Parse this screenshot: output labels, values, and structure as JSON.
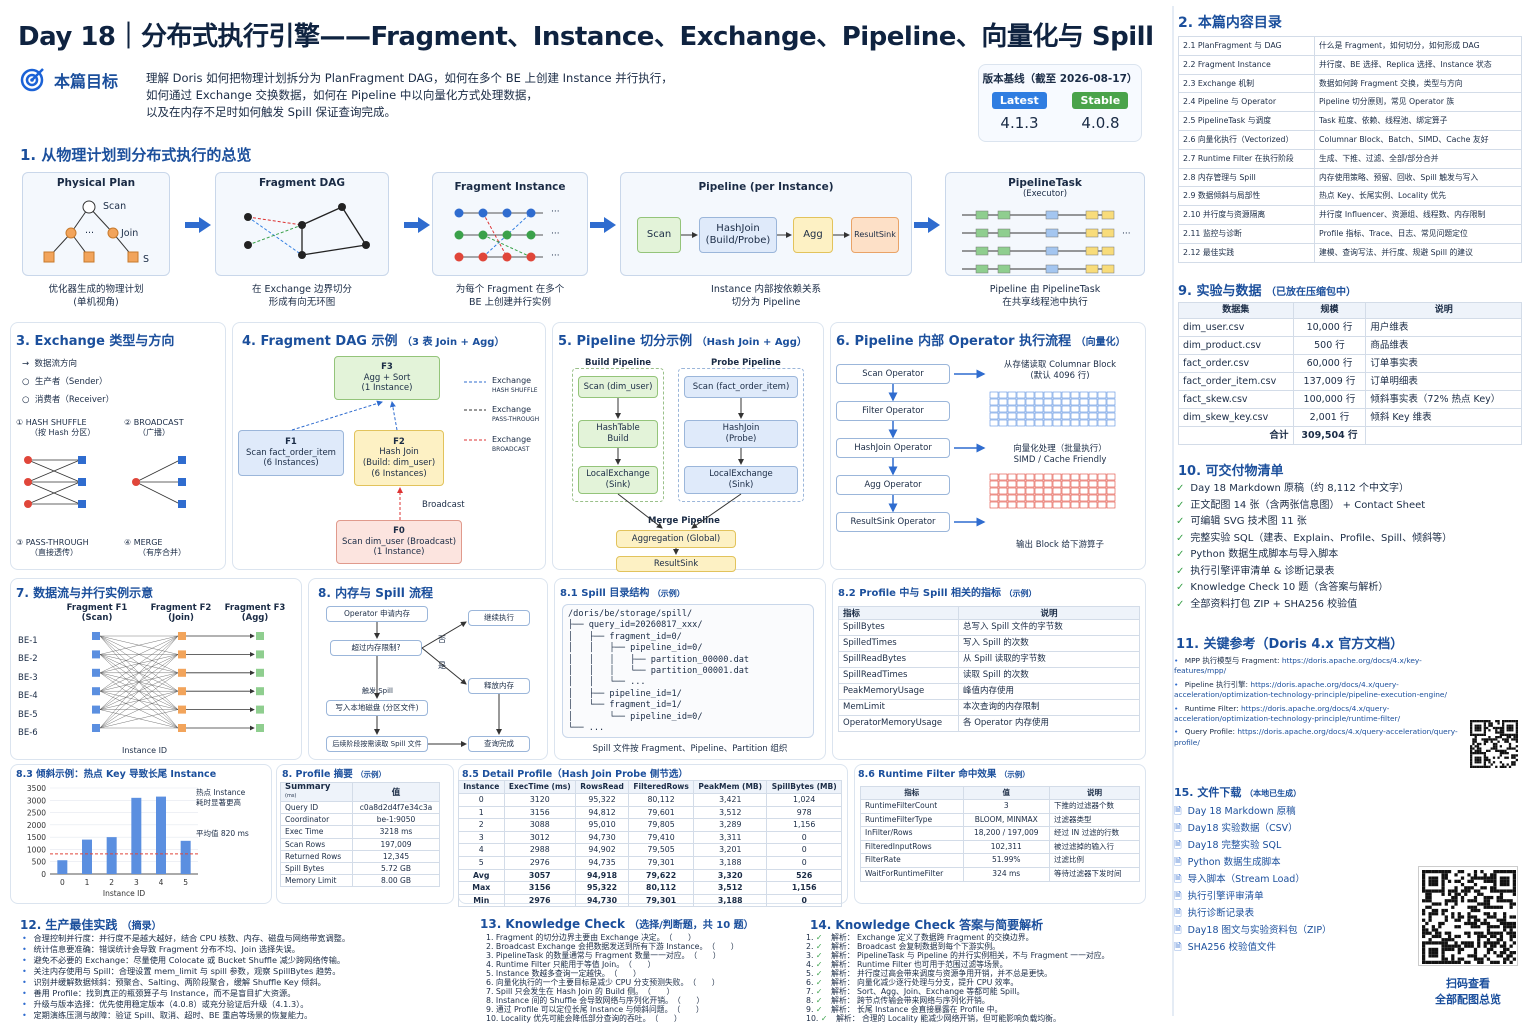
{
  "title": "Day 18｜分布式执行引擎——Fragment、Instance、Exchange、Pipeline、向量化与 Spill",
  "goal": {
    "label": "本篇目标",
    "line1": "理解 Doris 如何把物理计划拆分为 PlanFragment DAG，如何在多个 BE 上创建 Instance 并行执行，",
    "line2": "如何通过 Exchange 交换数据，如何在 Pipeline 中以向量化方式处理数据，",
    "line3": "以及在内存不足时如何触发 Spill 保证查询完成。"
  },
  "version": {
    "title": "版本基线（截至 2026-08-17）",
    "latest_label": "Latest",
    "stable_label": "Stable",
    "latest": "4.1.3",
    "stable": "4.0.8"
  },
  "s1": {
    "title": "1. 从物理计划到分布式执行的总览",
    "b1": {
      "title": "Physical Plan",
      "scan": "Scan",
      "join": "Join",
      "dots": "···",
      "s": "S",
      "cap1": "优化器生成的物理计划",
      "cap2": "(单机视角)"
    },
    "b2": {
      "title": "Fragment DAG",
      "cap1": "在 Exchange 边界切分",
      "cap2": "形成有向无环图"
    },
    "b3": {
      "title": "Fragment Instance",
      "dots": "···",
      "cap1": "为每个 Fragment 在多个",
      "cap2": "BE 上创建并行实例"
    },
    "b4": {
      "title": "Pipeline (per Instance)",
      "scan": "Scan",
      "hj1": "HashJoin",
      "hj2": "(Build/Probe)",
      "agg": "Agg",
      "rs": "ResultSink",
      "cap1": "Instance 内部按依赖关系",
      "cap2": "切分为 Pipeline"
    },
    "b5": {
      "title": "PipelineTask",
      "sub": "(Executor)",
      "dots": "···",
      "cap1": "Pipeline 由 PipelineTask",
      "cap2": "在共享线程池中执行"
    }
  },
  "s3": {
    "title": "3. Exchange 类型与方向",
    "legend1": "数据流方向",
    "legend2": "生产者（Sender）",
    "legend3": "消费者（Receiver）",
    "t1": "① HASH SHUFFLE",
    "t1b": "（按 Hash 分区）",
    "t2": "② BROADCAST",
    "t2b": "（广播）",
    "t3": "③ PASS-THROUGH",
    "t3b": "（直接透传）",
    "t4": "④ MERGE",
    "t4b": "（有序合并）"
  },
  "s4": {
    "title": "4. Fragment DAG 示例",
    "title_sm": "（3 表 Join + Agg）",
    "f3a": "F3",
    "f3b": "Agg + Sort",
    "f3c": "(1 Instance)",
    "f1a": "F1",
    "f1b": "Scan fact_order_item",
    "f1c": "(6 Instances)",
    "f2a": "F2",
    "f2b": "Hash Join",
    "f2c": "(Build: dim_user)",
    "f2d": "(6 Instances)",
    "f0a": "F0",
    "f0b": "Scan dim_user (Broadcast)",
    "f0c": "(1 Instance)",
    "bc": "Broadcast",
    "lg1": "Exchange",
    "lg1b": "HASH SHUFFLE",
    "lg2": "Exchange",
    "lg2b": "PASS-THROUGH",
    "lg3": "Exchange",
    "lg3b": "BROADCAST"
  },
  "s5": {
    "title": "5. Pipeline 切分示例",
    "title_sm": "（Hash Join + Agg）",
    "build": "Build Pipeline",
    "probe": "Probe Pipeline",
    "scan1": "Scan (dim_user)",
    "scan2": "Scan (fact_order_item)",
    "ht1": "HashTable",
    "ht2": "Build",
    "hj1": "HashJoin",
    "hj2": "(Probe)",
    "le1": "LocalExchange",
    "le2": "(Sink)",
    "le3": "LocalExchange",
    "le4": "(Sink)",
    "merge": "Merge Pipeline",
    "agg": "Aggregation (Global)",
    "rs": "ResultSink"
  },
  "s6": {
    "title": "6. Pipeline 内部 Operator 执行流程",
    "title_sm": "（向量化）",
    "op1": "Scan Operator",
    "op2": "Filter Operator",
    "op3": "HashJoin Operator",
    "op4": "Agg Operator",
    "op5": "ResultSink Operator",
    "n1": "从存储读取 Columnar Block",
    "n1b": "(默认 4096 行)",
    "n2": "向量化处理（批量执行）",
    "n2b": "SIMD / Cache Friendly",
    "n3": "输出 Block 给下游算子"
  },
  "s7": {
    "title": "7. 数据流与并行实例示意",
    "f1": "Fragment F1",
    "f1b": "(Scan)",
    "f2": "Fragment F2",
    "f2b": "(Join)",
    "f3": "Fragment F3",
    "f3b": "(Agg)",
    "be": [
      "BE-1",
      "BE-2",
      "BE-3",
      "BE-4",
      "BE-5",
      "BE-6"
    ],
    "inst": "Instance ID"
  },
  "s8": {
    "title": "8. 内存与 Spill 流程",
    "a": "Operator 申请内存",
    "b": "继续执行",
    "c": "超过内存限制?",
    "no": "否",
    "yes": "是",
    "d": "释放内存",
    "e": "触发 Spill",
    "f": "写入本地磁盘 (分区文件)",
    "g": "后续阶段按需读取 Spill 文件",
    "h": "查询完成"
  },
  "s81": {
    "title": "8.1 Spill 目录结构",
    "title_sm": "（示例）",
    "lines": [
      "/doris/be/storage/spill/",
      "├── query_id=20260817_xxx/",
      "│   ├── fragment_id=0/",
      "│   │   ├── pipeline_id=0/",
      "│   │   │   ├── partition_00000.dat",
      "│   │   │   └── partition_00001.dat",
      "│   │   └── ...",
      "│   ├── pipeline_id=1/",
      "│   └── fragment_id=1/",
      "│       └── pipeline_id=0/",
      "└── ..."
    ],
    "cap": "Spill 文件按 Fragment、Pipeline、Partition 组织"
  },
  "s82": {
    "title": "8.2 Profile 中与 Spill 相关的指标",
    "title_sm": "（示例）",
    "h1": "指标",
    "h2": "说明",
    "rows": [
      [
        "SpillBytes",
        "总写入 Spill 文件的字节数"
      ],
      [
        "SpilledTimes",
        "写入 Spill 的次数"
      ],
      [
        "SpillReadBytes",
        "从 Spill 读取的字节数"
      ],
      [
        "SpillReadTimes",
        "读取 Spill 的次数"
      ],
      [
        "PeakMemoryUsage",
        "峰值内存使用"
      ],
      [
        "MemLimit",
        "本次查询的内存限制"
      ],
      [
        "OperatorMemoryUsage",
        "各 Operator 内存使用"
      ]
    ]
  },
  "s83": {
    "title": "8.3 倾斜示例：热点 Key 导致长尾 Instance",
    "note1": "热点 Instance",
    "note2": "耗时显著更高",
    "avg": "平均值 820 ms",
    "xlabel": "Instance ID"
  },
  "chart_data": {
    "type": "bar",
    "categories": [
      "0",
      "1",
      "2",
      "3",
      "4",
      "5"
    ],
    "values": [
      560,
      1400,
      1500,
      3100,
      3150,
      1350
    ],
    "xlabel": "Instance ID",
    "ylim": [
      0,
      3500
    ],
    "yticks": [
      0,
      500,
      1000,
      1500,
      2000,
      2500,
      3000,
      3500
    ],
    "reference_line": 820,
    "reference_label": "平均值 820 ms",
    "grid": true,
    "color": "#5b8fe0"
  },
  "s8p": {
    "title": "8. Profile 摘要",
    "title_sm": "（示例）",
    "h1": "Summary",
    "h1b": "(ms)",
    "h2": "值",
    "rows": [
      [
        "Query ID",
        "c0a8d2d4f7e34c3a"
      ],
      [
        "Coordinator",
        "be-1:9050"
      ],
      [
        "Exec Time",
        "3218 ms"
      ],
      [
        "Scan Rows",
        "197,009"
      ],
      [
        "Returned Rows",
        "12,345"
      ],
      [
        "Spill Bytes",
        "5.72 GB"
      ],
      [
        "Memory Limit",
        "8.00 GB"
      ]
    ]
  },
  "s85": {
    "title": "8.5 Detail Profile（Hash Join Probe 侧节选）",
    "heads": [
      "Instance",
      "ExecTime (ms)",
      "RowsRead",
      "FilteredRows",
      "PeakMem (MB)",
      "SpillBytes (MB)"
    ],
    "rows": [
      [
        "0",
        "3120",
        "95,322",
        "80,112",
        "3,421",
        "1,024"
      ],
      [
        "1",
        "3156",
        "94,812",
        "79,601",
        "3,512",
        "978"
      ],
      [
        "2",
        "3088",
        "95,010",
        "79,805",
        "3,289",
        "1,156"
      ],
      [
        "3",
        "3012",
        "94,730",
        "79,410",
        "3,311",
        "0"
      ],
      [
        "4",
        "2988",
        "94,902",
        "79,505",
        "3,201",
        "0"
      ],
      [
        "5",
        "2976",
        "94,735",
        "79,301",
        "3,188",
        "0"
      ],
      [
        "Avg",
        "3057",
        "94,918",
        "79,622",
        "3,320",
        "526"
      ],
      [
        "Max",
        "3156",
        "95,322",
        "80,112",
        "3,512",
        "1,156"
      ],
      [
        "Min",
        "2976",
        "94,730",
        "79,301",
        "3,188",
        "0"
      ]
    ]
  },
  "s86": {
    "title": "8.6 Runtime Filter 命中效果",
    "title_sm": "（示例）",
    "heads": [
      "指标",
      "值",
      "说明"
    ],
    "rows": [
      [
        "RuntimeFilterCount",
        "3",
        "下推的过滤器个数"
      ],
      [
        "RuntimeFilterType",
        "BLOOM, MINMAX",
        "过滤器类型"
      ],
      [
        "InFilter/Rows",
        "18,200 / 197,009",
        "经过 IN 过滤的行数"
      ],
      [
        "FilteredInputRows",
        "102,311",
        "被过滤掉的输入行"
      ],
      [
        "FilterRate",
        "51.99%",
        "过滤比例"
      ],
      [
        "WaitForRuntimeFilter",
        "324 ms",
        "等待过滤器下发时间"
      ]
    ]
  },
  "s12": {
    "title": "12. 生产最佳实践",
    "title_sm": "（摘录）",
    "items": [
      "合理控制并行度：并行度不是越大越好，结合 CPU 核数、内存、磁盘与网络带宽调整。",
      "统计信息要准确：错误统计会导致 Fragment 分布不均、Join 选择失误。",
      "避免不必要的 Exchange：尽量使用 Colocate 或 Bucket Shuffle 减少跨网络传输。",
      "关注内存使用与 Spill：合理设置 mem_limit 与 spill 参数，观察 SpillBytes 趋势。",
      "识别并缓解数据倾斜：预聚合、Salting、两阶段聚合，缓解 Shuffle Key 倾斜。",
      "善用 Profile：找到真正的瓶颈算子与 Instance，而不是盲目扩大资源。",
      "升级与版本选择：优先使用稳定版本（4.0.8）或充分验证后升级（4.1.3）。",
      "定期演练压测与故障：验证 Spill、取消、超时、BE 重启等场景的恢复能力。"
    ]
  },
  "s13": {
    "title": "13. Knowledge Check",
    "title_sm": "（选择/判断题，共 10 题）",
    "items": [
      "Fragment 的切分边界主要由 Exchange 决定。",
      "Broadcast Exchange 会把数据发送到所有下游 Instance。",
      "PipelineTask 的数量通常与 Fragment 数量一一对应。",
      "Runtime Filter 只能用于等值 Join。",
      "Instance 数越多查询一定越快。",
      "向量化执行的一个主要目标是减少 CPU 分支预测失败。",
      "Spill 只会发生在 Hash Join 的 Build 侧。",
      "Instance 间的 Shuffle 会导致网络与序列化开销。",
      "通过 Profile 可以定位长尾 Instance 与倾斜问题。",
      "Locality 优先可能会降低部分查询的吞吐。"
    ],
    "paren": "（　　）"
  },
  "s14": {
    "title": "14. Knowledge Check 答案与简要解析",
    "label": "解析：",
    "items": [
      "Exchange 定义了数据跨 Fragment 的交换边界。",
      "Broadcast 会复制数据到每个下游实例。",
      "PipelineTask 与 Pipeline 的并行实例相关，不与 Fragment 一一对应。",
      "Runtime Filter 也可用于范围过滤等场景。",
      "并行度过高会带来调度与资源争用开销，并不总是更快。",
      "向量化减少逐行处理与分支，提升 CPU 效率。",
      "Sort、Agg、Join、Exchange 等都可能 Spill。",
      "跨节点传输会带来网络与序列化开销。",
      "长尾 Instance 会直接暴露在 Profile 中。",
      "合理的 Locality 能减少网络开销，但可能影响负载均衡。"
    ]
  },
  "toc": {
    "title": "2. 本篇内容目录",
    "rows": [
      [
        "2.1 PlanFragment 与 DAG",
        "什么是 Fragment，如何切分，如何形成 DAG"
      ],
      [
        "2.2 Fragment Instance",
        "并行度、BE 选择、Replica 选择、Instance 状态"
      ],
      [
        "2.3 Exchange 机制",
        "数据如何跨 Fragment 交换，类型与方向"
      ],
      [
        "2.4 Pipeline 与 Operator",
        "Pipeline 切分原则，常见 Operator 族"
      ],
      [
        "2.5 PipelineTask 与调度",
        "Task 粒度、依赖、线程池、绑定算子"
      ],
      [
        "2.6 向量化执行（Vectorized）",
        "Columnar Block、Batch、SIMD、Cache 友好"
      ],
      [
        "2.7 Runtime Filter 在执行阶段",
        "生成、下推、过滤、全部/部分合并"
      ],
      [
        "2.8 内存管理与 Spill",
        "内存使用策略、预留、回收、Spill 触发与写入"
      ],
      [
        "2.9 数据倾斜与局部性",
        "热点 Key、长尾实例、Locality 优先"
      ],
      [
        "2.10 并行度与资源隔离",
        "并行度 Influencer、资源组、线程数、内存限制"
      ],
      [
        "2.11 监控与诊断",
        "Profile 指标、Trace、日志、常见问题定位"
      ],
      [
        "2.12 最佳实践",
        "建模、查询写法、并行度、规避 Spill 的建议"
      ]
    ]
  },
  "s9": {
    "title": "9. 实验与数据",
    "title_sm": "（已放在压缩包中）",
    "heads": [
      "数据集",
      "规模",
      "说明"
    ],
    "rows": [
      [
        "dim_user.csv",
        "10,000 行",
        "用户维表"
      ],
      [
        "dim_product.csv",
        "500 行",
        "商品维表"
      ],
      [
        "fact_order.csv",
        "60,000 行",
        "订单事实表"
      ],
      [
        "fact_order_item.csv",
        "137,009 行",
        "订单明细表"
      ],
      [
        "fact_skew.csv",
        "100,000 行",
        "倾斜事实表（72% 热点 Key）"
      ],
      [
        "dim_skew_key.csv",
        "2,001 行",
        "倾斜 Key 维表"
      ]
    ],
    "total_label": "合计",
    "total": "309,504 行"
  },
  "s10": {
    "title": "10. 可交付物清单",
    "items": [
      "Day 18 Markdown 原稿（约 8,112 个中文字）",
      "正文配图 14 张（含两张信息图） + Contact Sheet",
      "可编辑 SVG 技术图 11 张",
      "完整实验 SQL（建表、Explain、Profile、Spill、倾斜等）",
      "Python 数据生成脚本与导入脚本",
      "执行引擎评审清单 & 诊断记录表",
      "Knowledge Check 10 题（含答案与解析）",
      "全部资料打包 ZIP + SHA256 校验值"
    ]
  },
  "s11": {
    "title": "11. 关键参考（Doris 4.x 官方文档）",
    "items": [
      {
        "k": "MPP 执行模型与 Fragment:",
        "v": "https://doris.apache.org/docs/4.x/key-features/mpp/"
      },
      {
        "k": "Pipeline 执行引擎:",
        "v": "https://doris.apache.org/docs/4.x/query-acceleration/optimization-technology-principle/pipeline-execution-engine/"
      },
      {
        "k": "Runtime Filter:",
        "v": "https://doris.apache.org/docs/4.x/query-acceleration/optimization-technology-principle/runtime-filter/"
      },
      {
        "k": "Query Profile:",
        "v": "https://doris.apache.org/docs/4.x/query-acceleration/query-profile/"
      }
    ]
  },
  "s15": {
    "title": "15. 文件下载",
    "title_sm": "（本地已生成）",
    "items": [
      "Day 18 Markdown 原稿",
      "Day18 实验数据（CSV）",
      "Day18 完整实验 SQL",
      "Python 数据生成脚本",
      "导入脚本（Stream Load）",
      "执行引擎评审清单",
      "执行诊断记录表",
      "Day18 图文与实验资料包（ZIP）",
      "SHA256 校验值文件"
    ],
    "qr1": "扫码查看",
    "qr2": "全部配图总览"
  }
}
